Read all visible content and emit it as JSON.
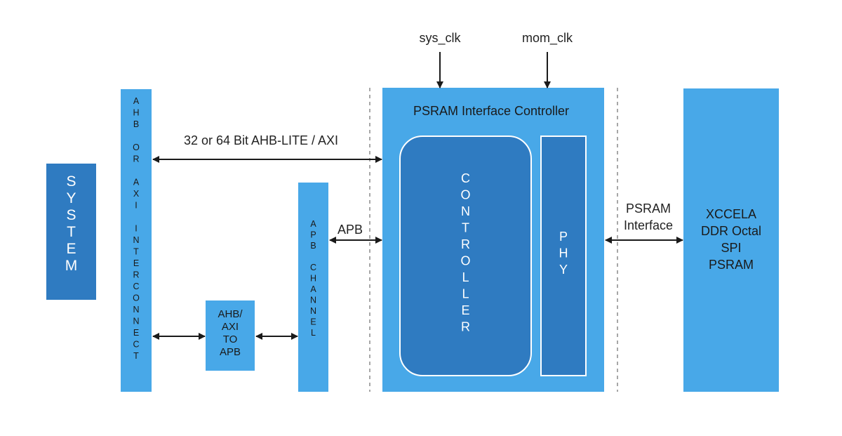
{
  "colors": {
    "dark_blue": "#2f7bc1",
    "light_blue": "#48a8e8",
    "arrow": "#1a1a1a",
    "dashed_line": "#8a8a8a",
    "text_dark": "#222222",
    "text_white": "#ffffff"
  },
  "clocks": {
    "sys_clk": "sys_clk",
    "mom_clk": "mom_clk"
  },
  "blocks": {
    "system": "SYSTEM",
    "interconnect": "AHB OR AXI INTERCONNECT",
    "bridge": [
      "AHB/",
      "AXI",
      "TO",
      "APB"
    ],
    "apb_channel": "APB CHANNEL",
    "psram_controller_title": "PSRAM Interface Controller",
    "controller": "CONTROLLER",
    "phy": "PHY",
    "xccela": [
      "XCCELA",
      "DDR Octal",
      "SPI",
      "PSRAM"
    ]
  },
  "links": {
    "bus": "32 or 64 Bit AHB-LITE / AXI",
    "apb": "APB",
    "psram_interface": [
      "PSRAM",
      "Interface"
    ]
  }
}
